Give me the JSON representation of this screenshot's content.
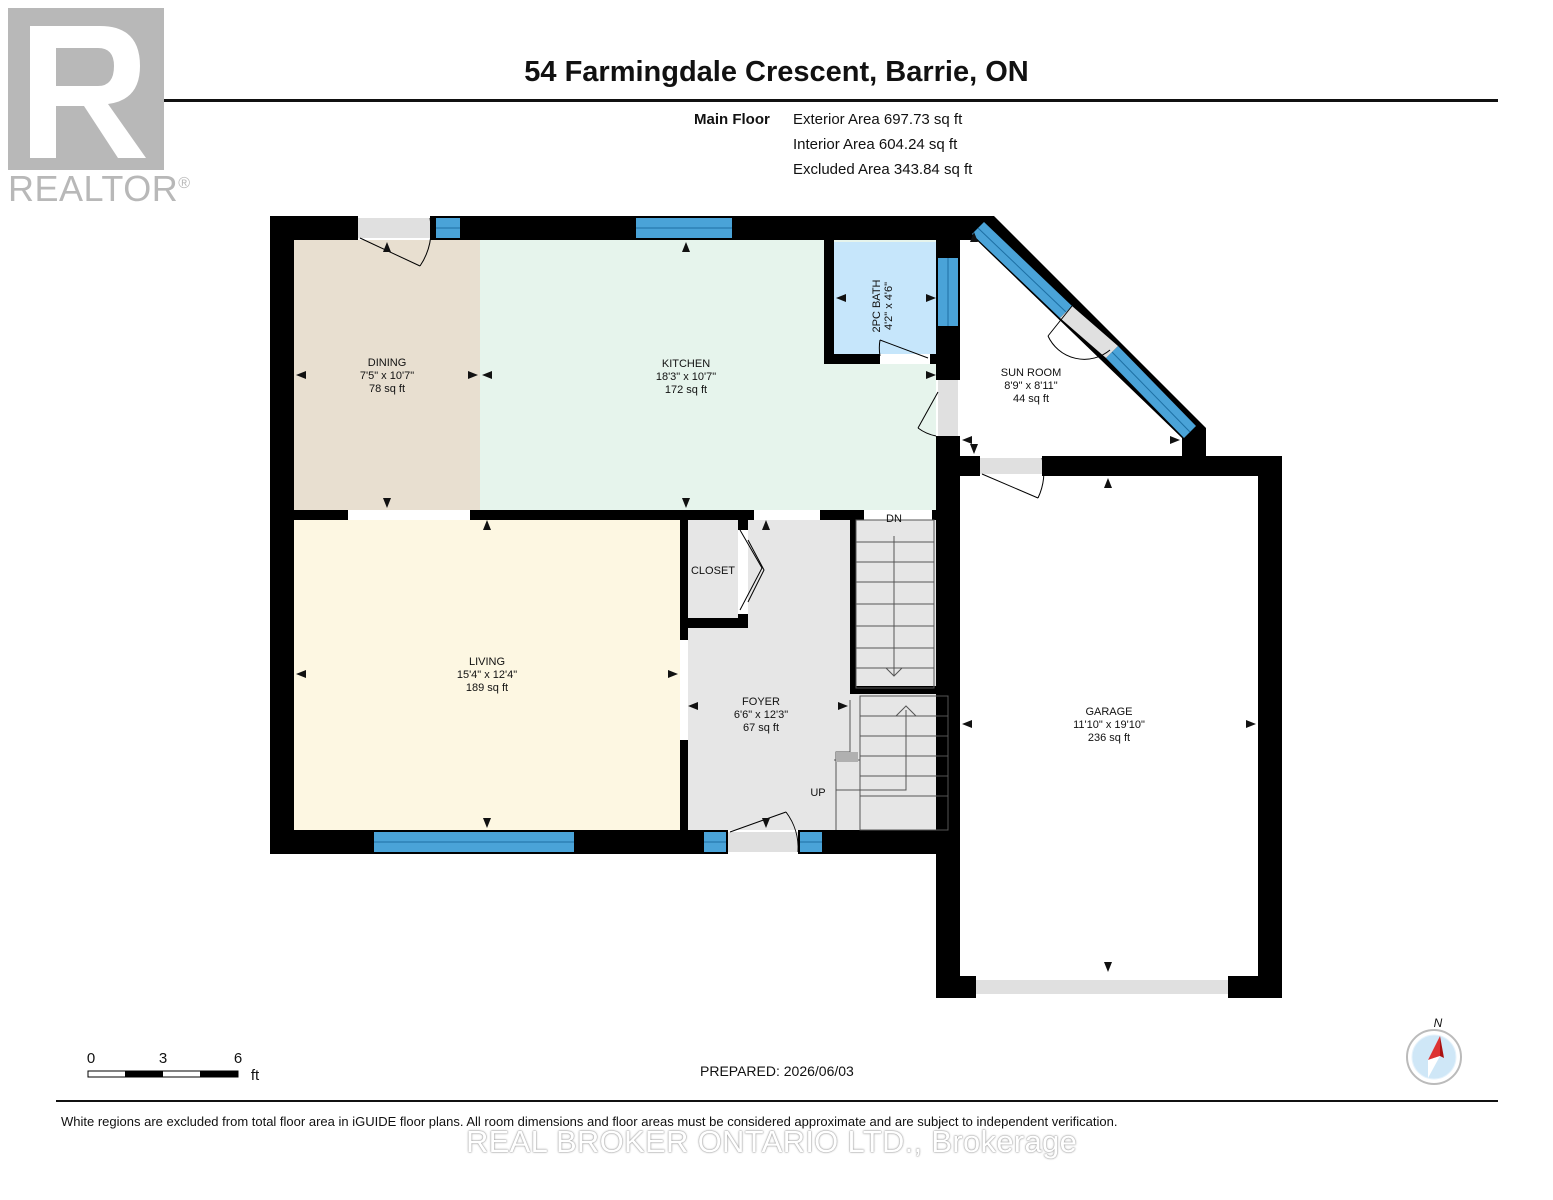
{
  "header": {
    "title": "54 Farmingdale Crescent, Barrie, ON",
    "floor_label": "Main Floor",
    "areas": [
      "Exterior Area 697.73 sq ft",
      "Interior Area 604.24 sq ft",
      "Excluded Area 343.84 sq ft"
    ]
  },
  "logo": {
    "text": "REALTOR",
    "mark": "®"
  },
  "rooms": {
    "dining": {
      "name": "DINING",
      "dims": "7'5\" x 10'7\"",
      "area": "78 sq ft"
    },
    "kitchen": {
      "name": "KITCHEN",
      "dims": "18'3\" x 10'7\"",
      "area": "172 sq ft"
    },
    "bath": {
      "name": "2PC BATH",
      "dims": "4'2\" x 4'6\""
    },
    "sunroom": {
      "name": "SUN ROOM",
      "dims": "8'9\" x 8'11\"",
      "area": "44 sq ft"
    },
    "living": {
      "name": "LIVING",
      "dims": "15'4\" x 12'4\"",
      "area": "189 sq ft"
    },
    "closet": {
      "name": "CLOSET"
    },
    "foyer": {
      "name": "FOYER",
      "dims": "6'6\" x 12'3\"",
      "area": "67 sq ft"
    },
    "garage": {
      "name": "GARAGE",
      "dims": "11'10\" x 19'10\"",
      "area": "236 sq ft"
    }
  },
  "stairs": {
    "down": "DN",
    "up": "UP"
  },
  "scale": {
    "ticks": [
      "0",
      "3",
      "6"
    ],
    "unit": "ft"
  },
  "compass": {
    "label": "N"
  },
  "footer": {
    "prepared": "PREPARED: 2026/06/03",
    "disclaimer": "White regions are excluded from total floor area in iGUIDE floor plans. All room dimensions and floor areas must be considered approximate and are subject to independent verification.",
    "brokerage": "REAL BROKER ONTARIO LTD., Brokerage"
  },
  "colors": {
    "wall": "#000000",
    "window": "#4aa3d8",
    "dining": "#e8dfd0",
    "kitchen": "#e6f4ec",
    "bath": "#c6e6fb",
    "living": "#fdf7e2",
    "closet": "#e8dfd0",
    "foyer": "#e6e6e6",
    "sunroom": "#ffffff",
    "garage": "#ffffff"
  }
}
